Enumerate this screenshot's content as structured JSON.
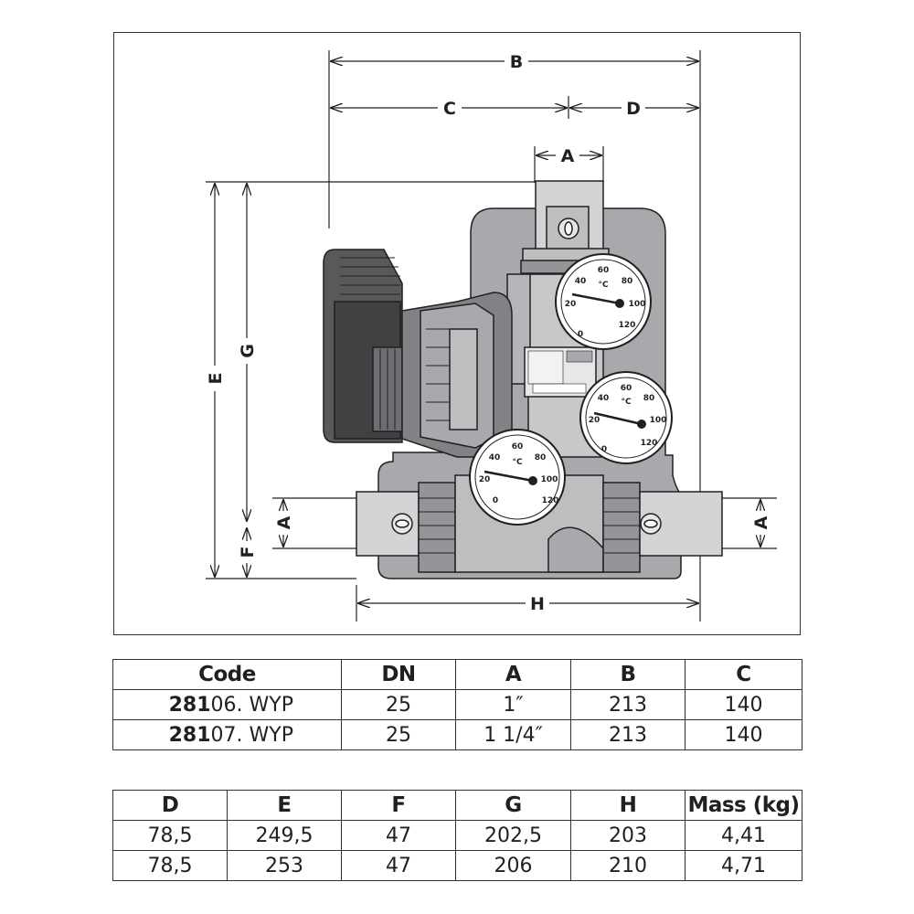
{
  "diagram": {
    "dimension_labels": {
      "B": "B",
      "C": "C",
      "D": "D",
      "A_top": "A",
      "E": "E",
      "G": "G",
      "A_left": "A",
      "F": "F",
      "A_right": "A",
      "H": "H"
    },
    "gauges": [
      {
        "unit": "°C",
        "ticks": [
          "0",
          "20",
          "40",
          "60",
          "80",
          "100",
          "120"
        ]
      },
      {
        "unit": "°C",
        "ticks": [
          "0",
          "20",
          "40",
          "60",
          "80",
          "100",
          "120"
        ]
      },
      {
        "unit": "°C",
        "ticks": [
          "0",
          "20",
          "40",
          "60",
          "80",
          "100",
          "120"
        ]
      }
    ]
  },
  "table_top": {
    "headers": [
      "Code",
      "DN",
      "A",
      "B",
      "C"
    ],
    "rows": [
      {
        "code_prefix": "281",
        "code_suffix": "06. WYP",
        "dn": "25",
        "a": "1″",
        "b": "213",
        "c": "140"
      },
      {
        "code_prefix": "281",
        "code_suffix": "07. WYP",
        "dn": "25",
        "a": "1 1/4″",
        "b": "213",
        "c": "140"
      }
    ]
  },
  "table_bottom": {
    "headers": [
      "D",
      "E",
      "F",
      "G",
      "H",
      "Mass (kg)"
    ],
    "rows": [
      {
        "d": "78,5",
        "e": "249,5",
        "f": "47",
        "g": "202,5",
        "h": "203",
        "mass": "4,41"
      },
      {
        "d": "78,5",
        "e": "253",
        "f": "47",
        "g": "206",
        "h": "210",
        "mass": "4,71"
      }
    ]
  }
}
